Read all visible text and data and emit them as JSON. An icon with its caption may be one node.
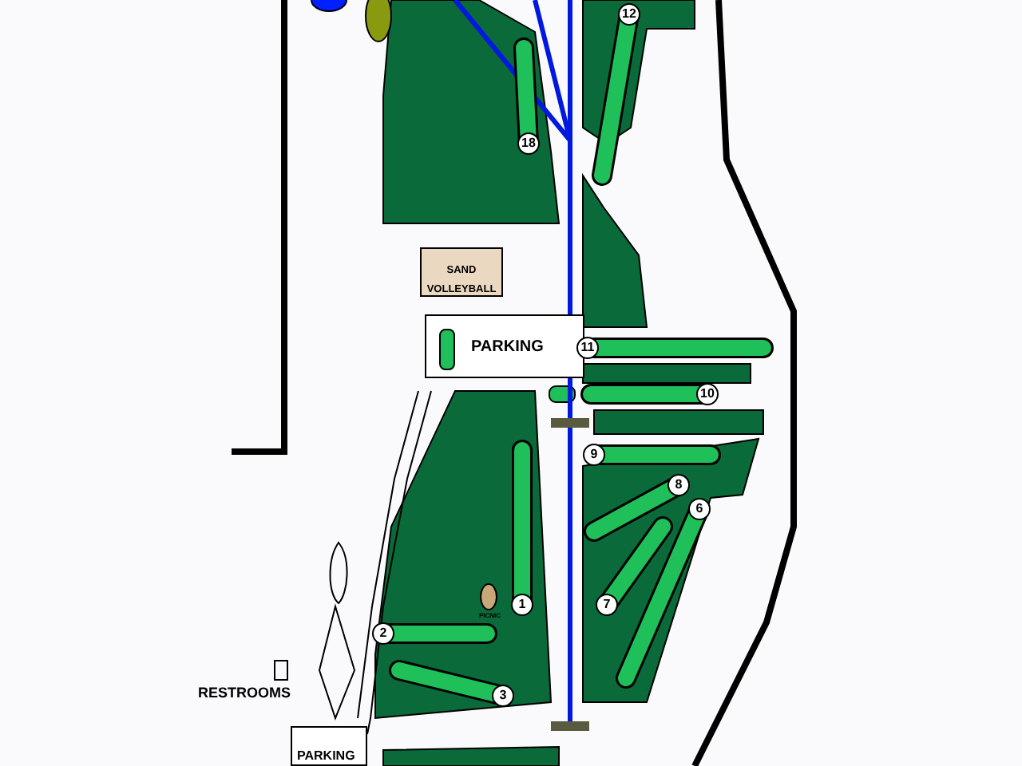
{
  "diagram": {
    "nodes": [
      {
        "text": [
          "18"
        ]
      },
      {
        "text": [
          "12"
        ]
      },
      {
        "text": [
          "SAND VOLLEYBALL"
        ]
      },
      {
        "text": [
          "PARKING"
        ]
      },
      {
        "text": [
          "11"
        ]
      },
      {
        "text": [
          "10"
        ]
      },
      {
        "text": [
          "9"
        ]
      },
      {
        "text": [
          "8"
        ]
      },
      {
        "text": [
          "6"
        ]
      },
      {
        "text": [
          "1"
        ]
      },
      {
        "text": [
          "7"
        ]
      },
      {
        "text": [
          "2"
        ]
      },
      {
        "text": [
          "3"
        ]
      },
      {
        "text": [
          "PARKING"
        ]
      }
    ],
    "labels": [
      "PICNIC",
      "RESTROOMS"
    ]
  }
}
